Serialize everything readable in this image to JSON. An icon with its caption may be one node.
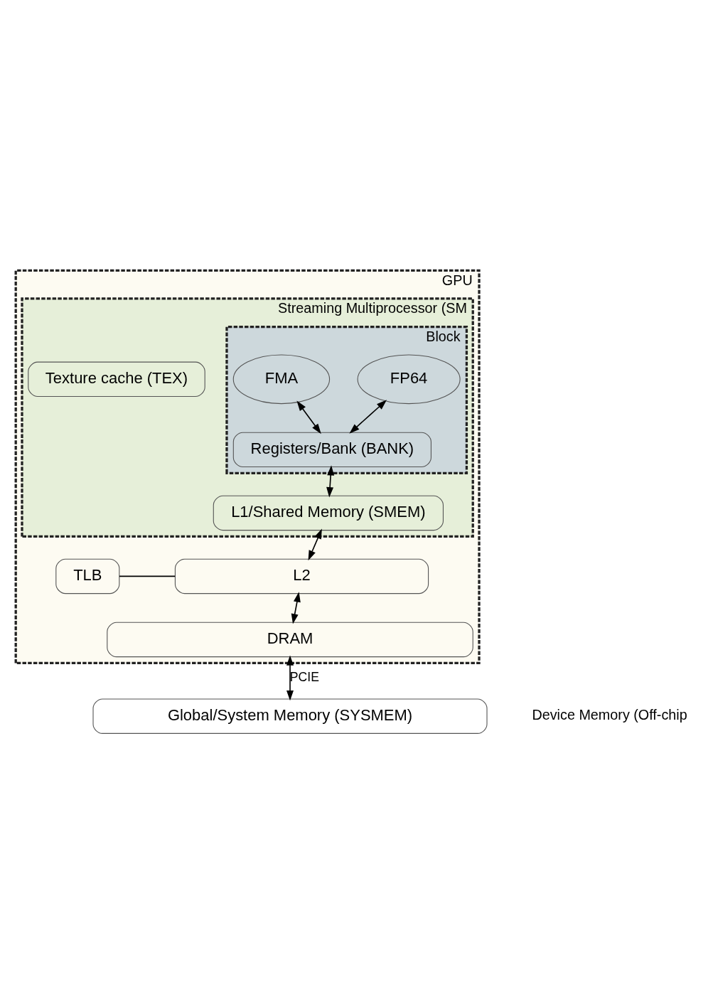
{
  "diagram": {
    "nodes": [
      {
        "text": [
          "GPU"
        ]
      },
      {
        "text": [
          "Streaming Multiprocessor (SM"
        ],
        "in": 0
      },
      {
        "text": [
          "Block"
        ],
        "in": 1
      },
      {
        "text": [
          "FP64"
        ],
        "in": 2
      },
      {
        "text": [
          "FMA"
        ],
        "in": 2
      },
      {
        "text": [
          "Registers/Bank (BANK)"
        ],
        "in": 2
      },
      {
        "text": [
          "L1/Shared Memory (SMEM)"
        ],
        "in": 1
      },
      {
        "text": [
          "Texture cache (TEX)"
        ],
        "in": 1
      },
      {
        "text": [
          "TLB"
        ],
        "in": 0
      },
      {
        "text": [
          "L2"
        ],
        "in": 0
      },
      {
        "text": [
          "DRAM"
        ],
        "in": 0
      },
      {
        "text": [
          "Global/System Memory (SYSMEM)"
        ]
      }
    ],
    "edges": [
      {
        "from": 3,
        "to": 5,
        "arrow": "both"
      },
      {
        "from": 4,
        "to": 5,
        "arrow": "both"
      },
      {
        "from": 5,
        "to": 6,
        "arrow": "both"
      },
      {
        "from": 6,
        "to": 9,
        "arrow": "both"
      },
      {
        "from": 8,
        "to": 9,
        "arrow": "none"
      },
      {
        "from": 9,
        "to": 10,
        "arrow": "both"
      },
      {
        "from": 10,
        "to": 11,
        "arrow": "both",
        "label": "PCIE"
      }
    ],
    "labels": [
      "Device Memory (Off-chip"
    ]
  }
}
